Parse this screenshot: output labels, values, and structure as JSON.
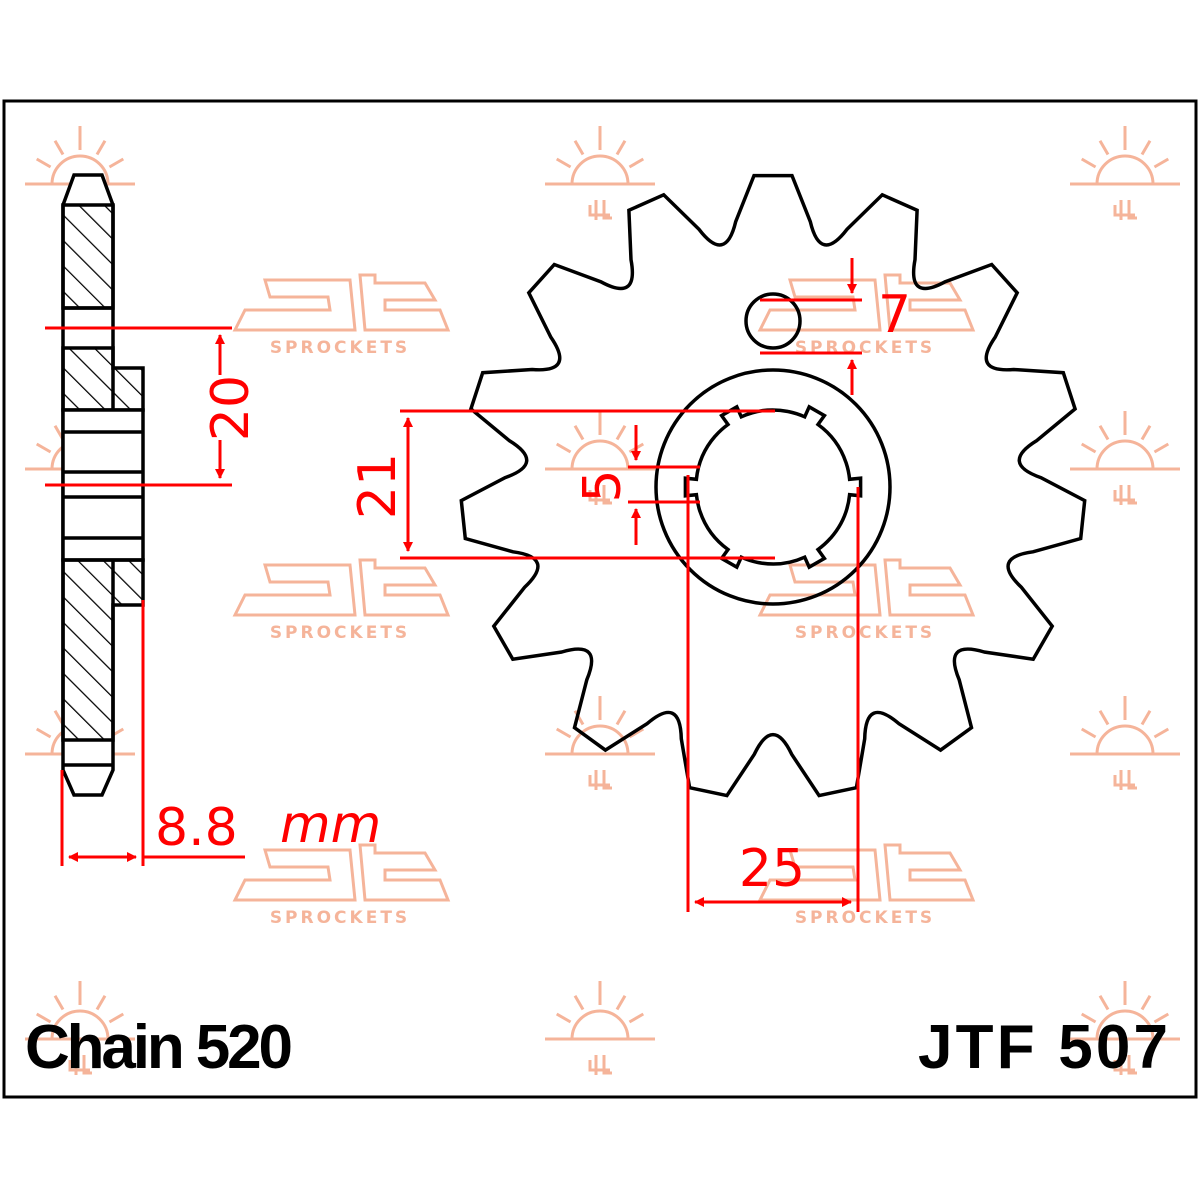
{
  "part_number": "JTF 507",
  "chain": "Chain 520",
  "dimensions": {
    "offset": "20",
    "hole": "7",
    "bore_height": "21",
    "spline_width": "5",
    "thickness": "8.8",
    "thickness_unit": "mm",
    "bore_diameter": "25"
  },
  "watermark": {
    "brand_text": "SPROCKETS",
    "brand_logo": "JT",
    "sun_logo": "sun-icon"
  },
  "colors": {
    "dimension": "#ff0000",
    "outline": "#000000",
    "watermark": "#f5b49a"
  },
  "sprocket": {
    "teeth": 15
  }
}
